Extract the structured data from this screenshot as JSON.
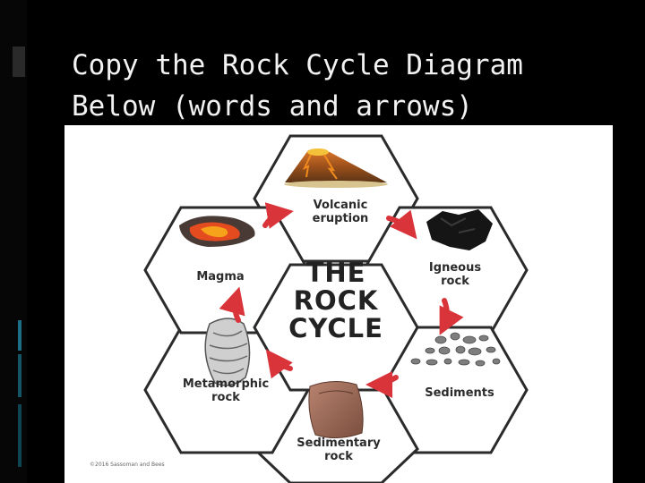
{
  "slide": {
    "title": "Copy the Rock Cycle Diagram\nBelow (words and arrows)"
  },
  "diagram": {
    "center_title": "THE\nROCK\nCYCLE",
    "stages": [
      {
        "id": "volcanic-eruption",
        "label": "Volcanic\neruption",
        "icon": "volcano-icon"
      },
      {
        "id": "igneous-rock",
        "label": "Igneous\nrock",
        "icon": "igneous-rock-icon"
      },
      {
        "id": "sediments",
        "label": "Sediments",
        "icon": "sediments-icon"
      },
      {
        "id": "sedimentary-rock",
        "label": "Sedimentary\nrock",
        "icon": "sedimentary-rock-icon"
      },
      {
        "id": "metamorphic-rock",
        "label": "Metamorphic\nrock",
        "icon": "metamorphic-rock-icon"
      },
      {
        "id": "magma",
        "label": "Magma",
        "icon": "magma-icon"
      }
    ],
    "arrow_color": "#d9343a",
    "copyright": "©2016 Sassoman and Bees"
  },
  "colors": {
    "background": "#000000",
    "title_text": "#f2f2f2",
    "accent": "#1c6f86"
  }
}
